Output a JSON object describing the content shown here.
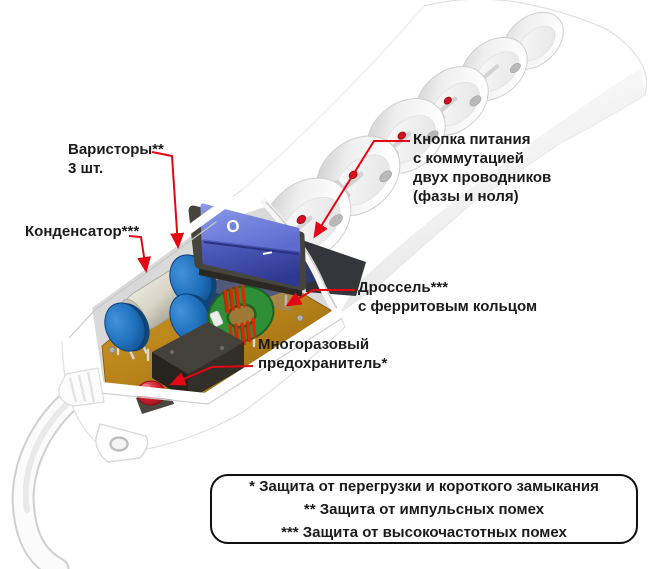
{
  "illustration": {
    "labels": {
      "varistors": {
        "line1": "Варисторы**",
        "line2": "3 шт."
      },
      "capacitor": {
        "line1": "Конденсатор***"
      },
      "power_button": {
        "line1": "Кнопка питания",
        "line2": "с коммутацией",
        "line3": "двух проводников",
        "line4": "(фазы и ноля)"
      },
      "choke": {
        "line1": "Дроссель***",
        "line2": "с ферритовым кольцом"
      },
      "fuse": {
        "line1": "Многоразовый",
        "line2": "предохранитель*"
      }
    },
    "switch": {
      "off_label": "O",
      "on_label": "I"
    },
    "legend": {
      "line1": "* Защита от перегрузки и короткого замыкания",
      "line2": "** Защита от импульсных помех",
      "line3": "*** Защита от высокочастотных помех"
    },
    "colors": {
      "annotation_red": "#e30613",
      "rocker_blue": "#5d6bd0",
      "pcb_brown": "#b9841a",
      "varistor_blue": "#2071bd",
      "toroid_green": "#2f8f36",
      "wire_red": "#d62c06",
      "fuse_black": "#35312b",
      "button_red": "#c41a28",
      "text": "#1b1b1b"
    }
  }
}
